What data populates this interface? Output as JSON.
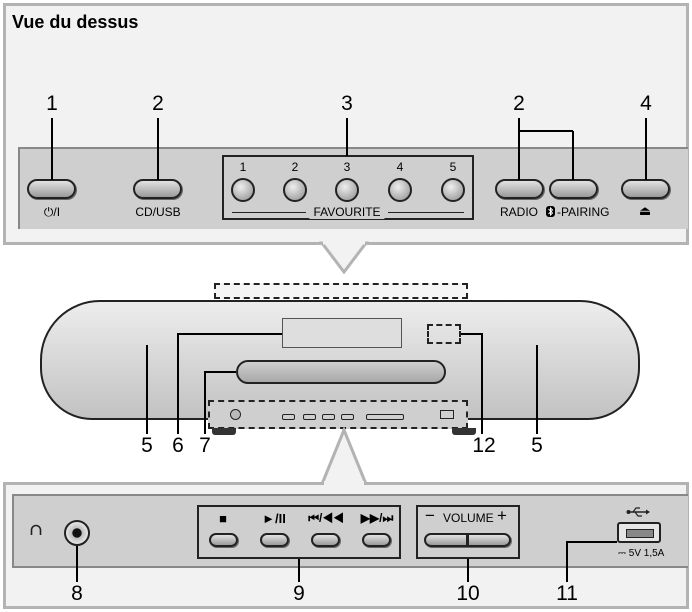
{
  "title": "Vue du dessus",
  "top_panel": {
    "power_label": "⏻/I",
    "cd_usb_label": "CD/USB",
    "favourite_numbers": [
      "1",
      "2",
      "3",
      "4",
      "5"
    ],
    "favourite_label": "FAVOURITE",
    "radio_label": "RADIO",
    "pairing_label": "-PAIRING",
    "eject_label": "⏏"
  },
  "front_panel": {
    "stop_symbol": "■",
    "play_pause_symbol": "►/II",
    "prev_symbol": "⏮/◀◀",
    "next_symbol": "▶▶/⏭",
    "volume_minus": "−",
    "volume_label": "VOLUME",
    "volume_plus": "+",
    "usb_rating": "⎓ 5V 1,5A"
  },
  "callouts": {
    "top": [
      "1",
      "2",
      "3",
      "2",
      "4"
    ],
    "middle": [
      "5",
      "6",
      "7",
      "12",
      "5"
    ],
    "bottom": [
      "8",
      "9",
      "10",
      "11"
    ]
  },
  "icons": [
    "power-icon",
    "bluetooth-icon",
    "eject-icon",
    "headphone-icon",
    "usb-icon"
  ]
}
